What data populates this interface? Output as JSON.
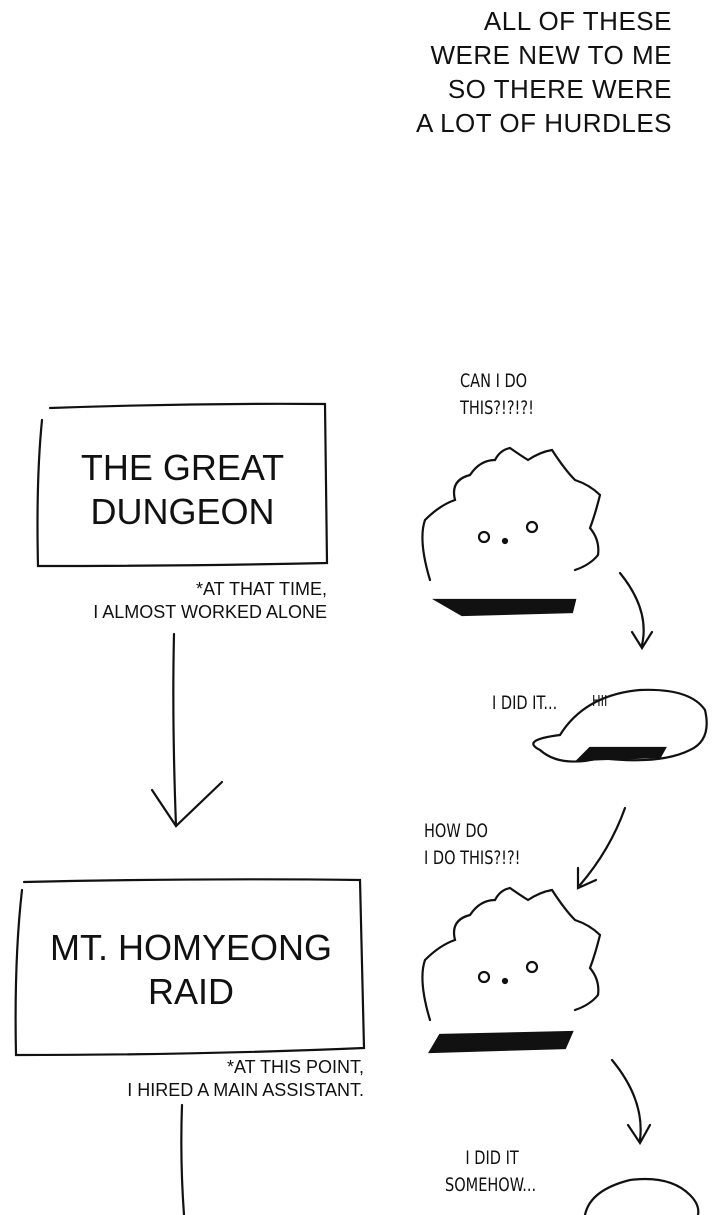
{
  "narration": [
    "ALL OF THESE",
    "WERE NEW TO ME",
    "SO THERE WERE",
    "A LOT OF HURDLES"
  ],
  "box1": {
    "title": [
      "THE GREAT",
      "DUNGEON"
    ],
    "note": [
      "*AT THAT TIME,",
      "I ALMOST WORKED ALONE"
    ]
  },
  "box2": {
    "title": [
      "MT. HOMYEONG",
      "RAID"
    ],
    "note": [
      "*AT THIS POINT,",
      "I HIRED A MAIN ASSISTANT."
    ]
  },
  "bubbles": {
    "can_i_do": [
      "CAN I DO",
      "THIS?!?!?!"
    ],
    "did_it": "I DID IT...",
    "how_do": [
      "HOW DO",
      "I DO THIS?!?!"
    ],
    "did_it_somehow": [
      "I DID IT",
      "SOMEHOW..."
    ]
  },
  "sfx": "HII"
}
